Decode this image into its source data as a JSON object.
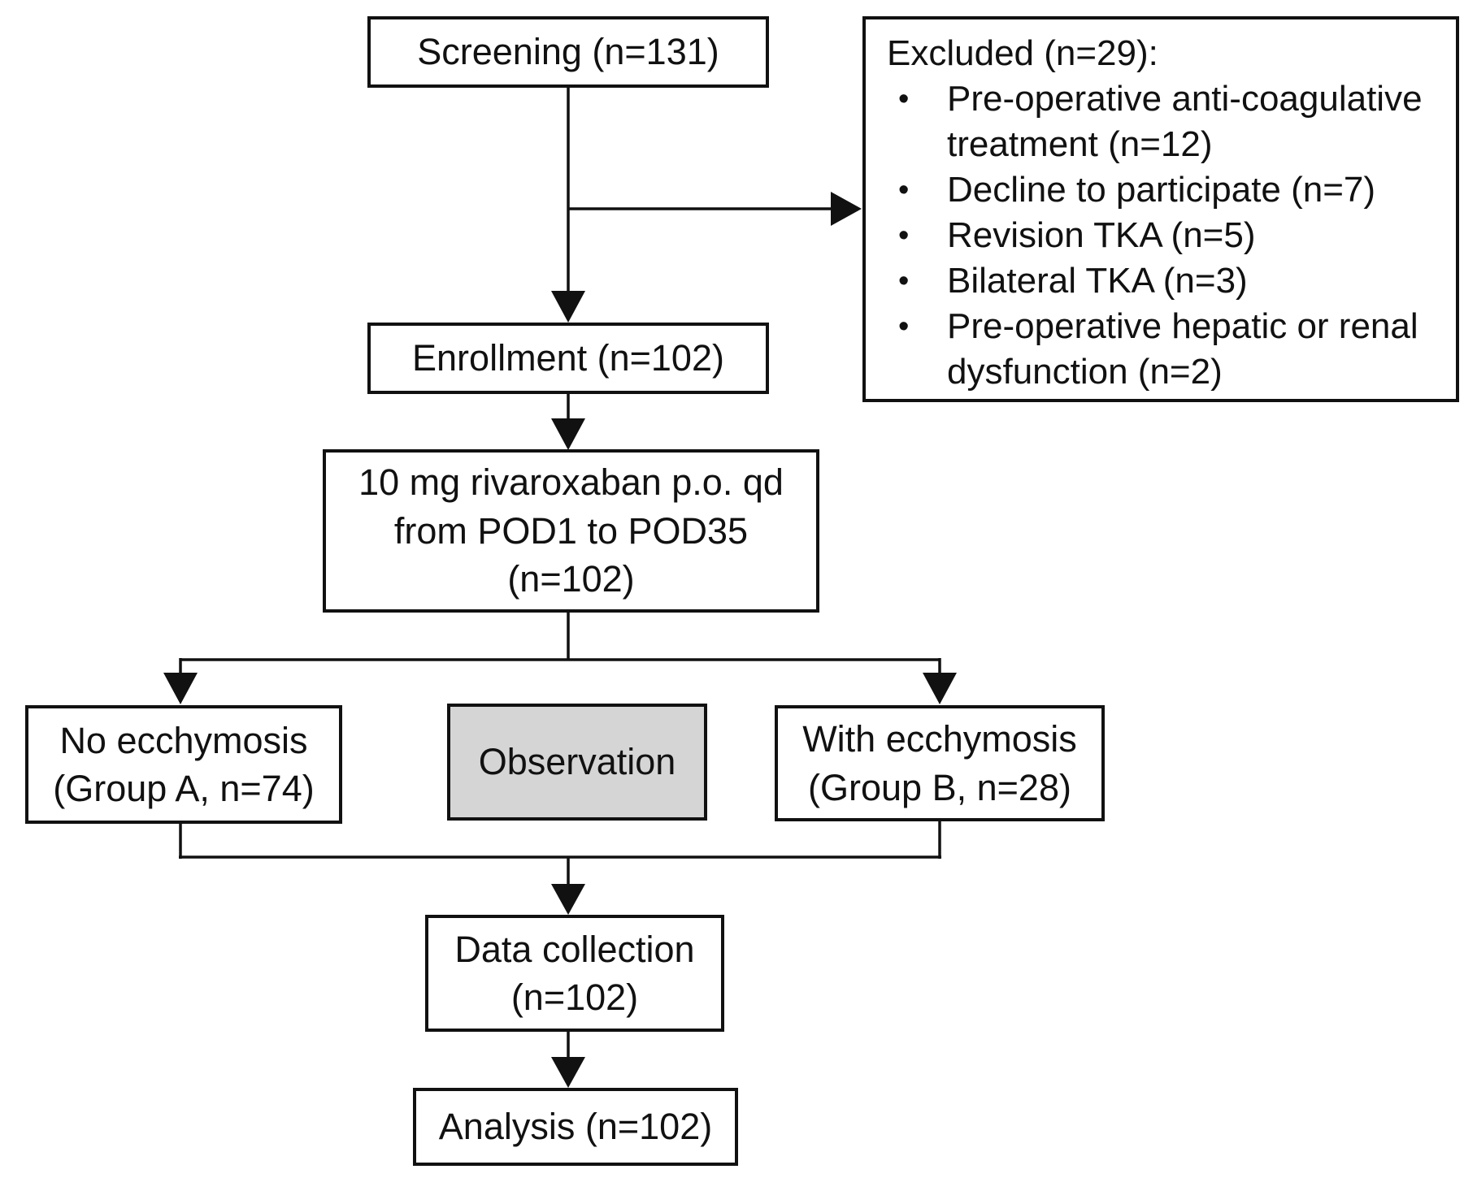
{
  "boxes": {
    "screening": {
      "label": "Screening (n=131)"
    },
    "excluded": {
      "title": "Excluded (n=29):",
      "items": [
        "Pre-operative anti-coagulative treatment (n=12)",
        "Decline to participate (n=7)",
        "Revision TKA (n=5)",
        "Bilateral TKA (n=3)",
        "Pre-operative hepatic or renal dysfunction (n=2)"
      ]
    },
    "enrollment": {
      "label": "Enrollment (n=102)"
    },
    "intervention": {
      "label": "10 mg rivaroxaban p.o. qd\nfrom POD1 to POD35\n(n=102)"
    },
    "group_a": {
      "label": "No ecchymosis\n(Group A, n=74)"
    },
    "observation": {
      "label": "Observation"
    },
    "group_b": {
      "label": "With ecchymosis\n(Group B, n=28)"
    },
    "data_collection": {
      "label": "Data collection\n(n=102)"
    },
    "analysis": {
      "label": "Analysis (n=102)"
    }
  },
  "colors": {
    "border": "#111111",
    "text": "#111111",
    "line": "#111111",
    "box_background": "#ffffff",
    "observation_background": "#d5d5d5",
    "page_background": "#ffffff"
  }
}
